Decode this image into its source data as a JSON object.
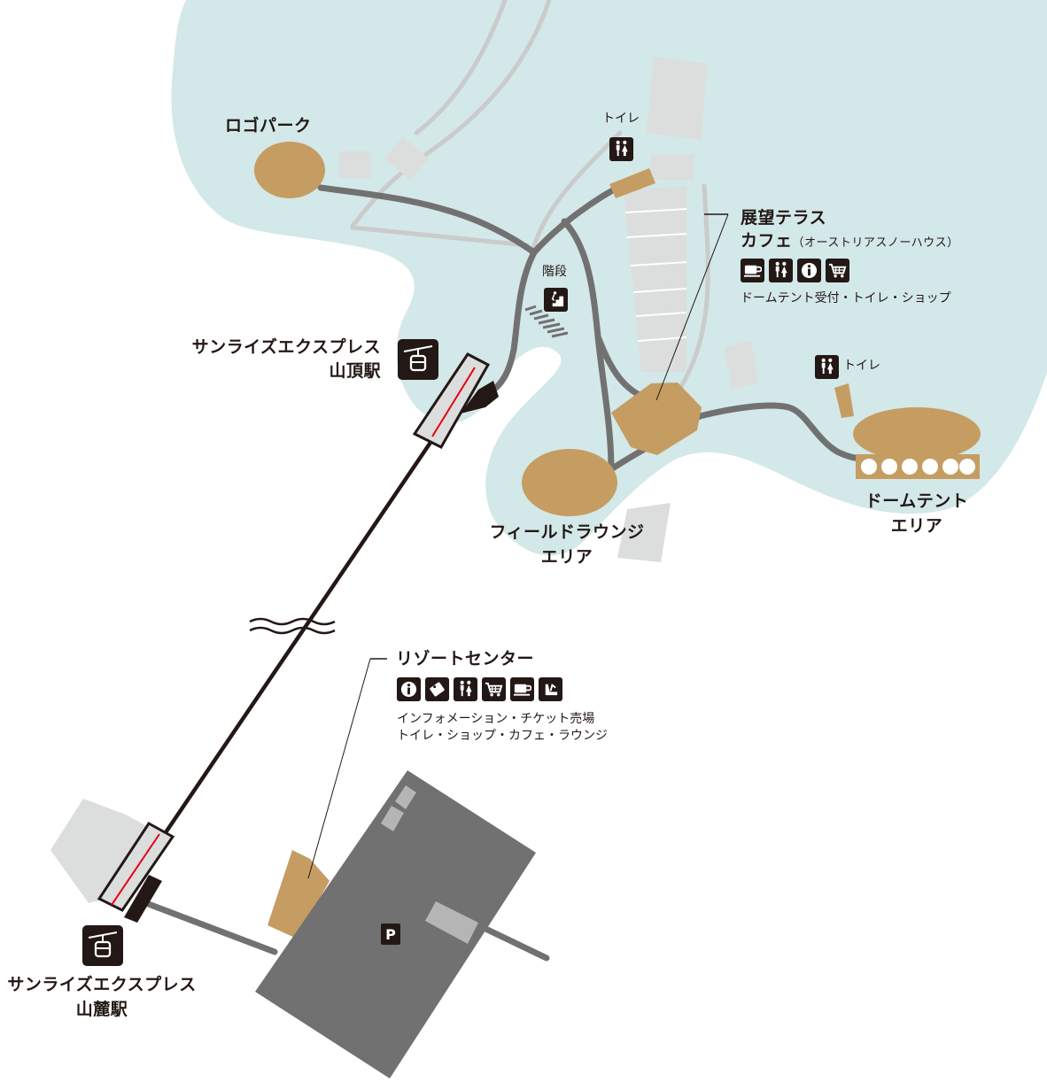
{
  "colors": {
    "water": "#d3e8e9",
    "path": "#727171",
    "area": "#c59d62",
    "building": "#dcdddd",
    "parking": "#727171",
    "icon": "#231815",
    "ropeway_red": "#e60012"
  },
  "labels": {
    "logo_park": "ロゴパーク",
    "toilet_top": "トイレ",
    "stairs": "階段",
    "terrace_cafe_l1": "展望テラス",
    "terrace_cafe_l2": "カフェ",
    "terrace_cafe_note": "（オーストリアスノーハウス）",
    "terrace_desc": "ドームテント受付・トイレ・ショップ",
    "toilet_right": "トイレ",
    "summit_station_l1": "サンライズエクスプレス",
    "summit_station_l2": "山頂駅",
    "field_lounge_l1": "フィールドラウンジ",
    "field_lounge_l2": "エリア",
    "dome_area_l1": "ドームテント",
    "dome_area_l2": "エリア",
    "resort_center": "リゾートセンター",
    "resort_desc_l1": "インフォメーション・チケット売場",
    "resort_desc_l2": "トイレ・ショップ・カフェ・ラウンジ",
    "base_station_l1": "サンライズエクスプレス",
    "base_station_l2": "山麓駅",
    "parking": "P"
  },
  "icons": {
    "terrace": [
      "cafe-icon",
      "toilet-icon",
      "info-icon",
      "shop-icon"
    ],
    "resort": [
      "info-icon",
      "ticket-icon",
      "toilet-icon",
      "shop-icon",
      "cafe-icon",
      "lounge-icon"
    ],
    "toilet_top": "toilet-icon",
    "toilet_right": "toilet-icon",
    "stairs": "stairs-icon",
    "gondola_summit": "gondola-icon",
    "gondola_base": "gondola-icon"
  }
}
